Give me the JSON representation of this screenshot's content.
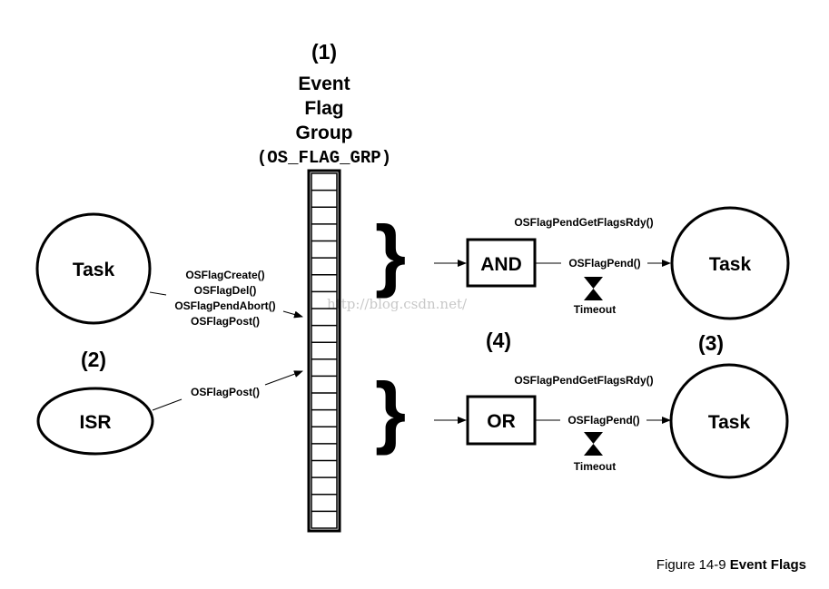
{
  "group": {
    "number": "(1)",
    "title_lines": [
      "Event",
      "Flag",
      "Group"
    ],
    "struct_name": "(OS_FLAG_GRP)",
    "slot_count": 21
  },
  "task_left": {
    "label": "Task"
  },
  "isr": {
    "label": "ISR",
    "number": "(2)"
  },
  "task_calls": [
    "OSFlagCreate()",
    "OSFlagDel()",
    "OSFlagPendAbort()",
    "OSFlagPost()"
  ],
  "isr_call": "OSFlagPost()",
  "and_path": {
    "gate": "AND",
    "above_label": "OSFlagPendGetFlagsRdy()",
    "pend_label": "OSFlagPend()",
    "timeout_label": "Timeout",
    "task_label": "Task"
  },
  "or_path": {
    "gate": "OR",
    "gate_number": "(4)",
    "above_label": "OSFlagPendGetFlagsRdy()",
    "pend_label": "OSFlagPend()",
    "timeout_label": "Timeout",
    "task_label": "Task",
    "task_number": "(3)"
  },
  "watermark": "http://blog.csdn.net/",
  "caption": {
    "prefix": "Figure 14-9",
    "title": "Event Flags"
  }
}
